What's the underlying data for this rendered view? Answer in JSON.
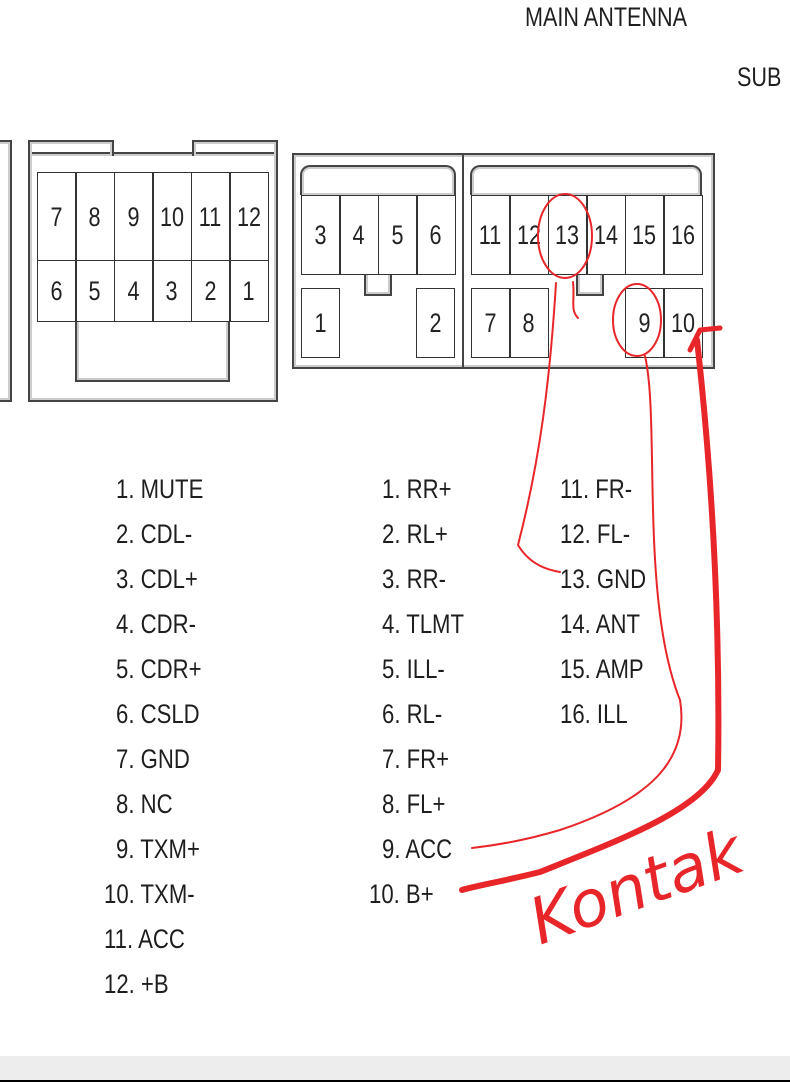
{
  "labels": {
    "main_antenna": "MAIN ANTENNA",
    "sub": "SUB"
  },
  "connector_a": {
    "top_row": [
      "7",
      "8",
      "9",
      "10",
      "11",
      "12"
    ],
    "bottom_row": [
      "6",
      "5",
      "4",
      "3",
      "2",
      "1"
    ]
  },
  "connector_b_left": {
    "top_row": [
      "3",
      "4",
      "5",
      "6"
    ],
    "bottom_left": "1",
    "bottom_right": "2"
  },
  "connector_b_right": {
    "top_row": [
      "11",
      "12",
      "13",
      "14",
      "15",
      "16"
    ],
    "bottom_row": [
      "7",
      "8",
      "9",
      "10"
    ]
  },
  "pin_list_a": [
    "1. MUTE",
    "2. CDL-",
    "3. CDL+",
    "4. CDR-",
    "5. CDR+",
    "6. CSLD",
    "7. GND",
    "8. NC",
    "9. TXM+",
    "10. TXM-",
    "11. ACC",
    "12. +B"
  ],
  "pin_list_b": [
    "1. RR+",
    "2. RL+",
    "3. RR-",
    "4. TLMT",
    "5. ILL-",
    "6. RL-",
    "7. FR+",
    "8. FL+",
    "9. ACC",
    "10. B+"
  ],
  "pin_list_c": [
    "11. FR-",
    "12. FL-",
    "13. GND",
    "14. ANT",
    "15. AMP",
    "16. ILL"
  ],
  "annotation": {
    "handwritten_text": "Kontak",
    "color": "#e8262a"
  }
}
